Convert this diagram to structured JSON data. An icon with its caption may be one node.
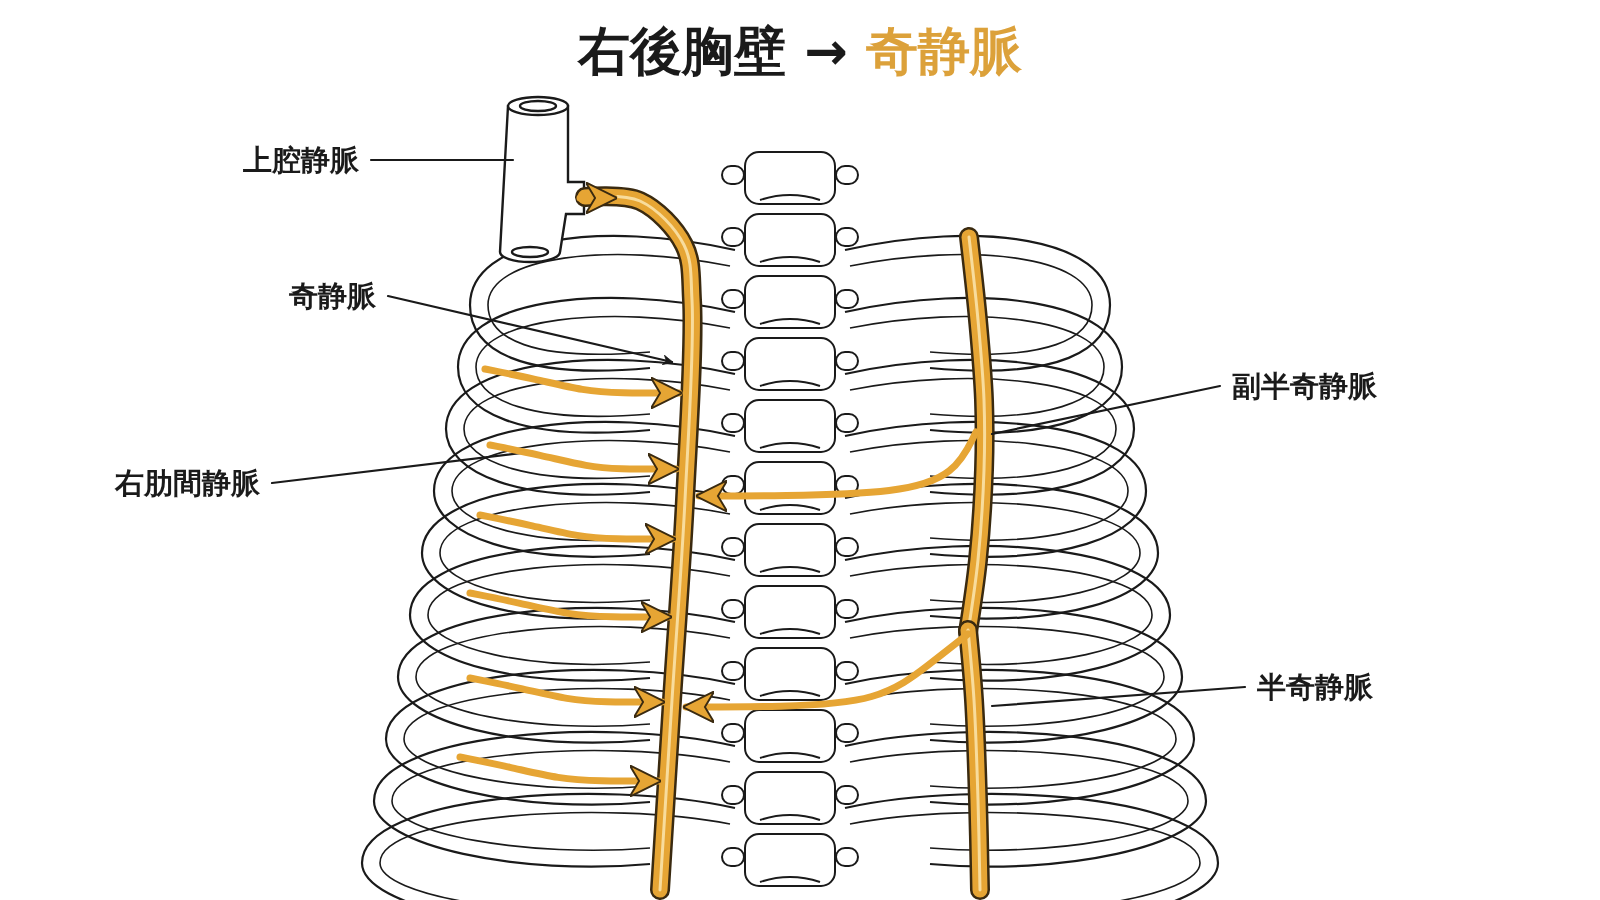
{
  "diagram": {
    "title": "右後胸壁 → 奇静脈",
    "nodes": [
      {
        "text": [
          "上腔静脈"
        ]
      },
      {
        "text": [],
        "shape": "cylinder"
      },
      {
        "text": [
          "奇静脈"
        ]
      },
      {
        "text": [],
        "shape": "picture"
      },
      {
        "text": [
          "右肋間静脈"
        ]
      },
      {
        "text": [
          "副半奇静脈"
        ]
      },
      {
        "text": [],
        "shape": "picture"
      },
      {
        "text": [
          "半奇静脈"
        ]
      },
      {
        "text": [],
        "shape": "picture"
      }
    ],
    "edges": [
      {
        "from": 0,
        "to": 1,
        "arrow": "none",
        "color": "#1a1a1a"
      },
      {
        "from": 2,
        "to": 3,
        "arrow": "to",
        "color": "#1a1a1a"
      },
      {
        "from": 4,
        "to": null,
        "arrow": "none",
        "color": "#1a1a1a"
      },
      {
        "from": 5,
        "to": 6,
        "arrow": "none",
        "color": "#1a1a1a"
      },
      {
        "from": 7,
        "to": 8,
        "arrow": "none",
        "color": "#1a1a1a"
      },
      {
        "from": 1,
        "to": 3,
        "arrow": "to"
      },
      {
        "from": null,
        "to": 3,
        "arrow": "to"
      },
      {
        "from": null,
        "to": 3,
        "arrow": "to"
      },
      {
        "from": null,
        "to": 3,
        "arrow": "to"
      },
      {
        "from": null,
        "to": 3,
        "arrow": "to"
      },
      {
        "from": null,
        "to": 3,
        "arrow": "to"
      },
      {
        "from": null,
        "to": 3,
        "arrow": "to"
      },
      {
        "from": 6,
        "to": 3,
        "arrow": "to"
      },
      {
        "from": 8,
        "to": 3,
        "arrow": "to"
      }
    ]
  }
}
